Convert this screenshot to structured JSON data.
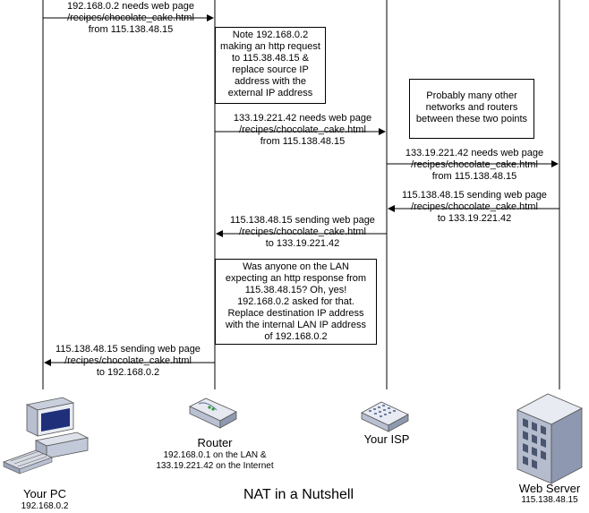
{
  "caption": "NAT in a Nutshell",
  "actors": {
    "pc": {
      "name": "Your PC",
      "address": "192.168.0.2",
      "icon": "desktop-pc-icon"
    },
    "router": {
      "name": "Router",
      "address": "192.168.0.1 on the LAN &\n133.19.221.42 on the Internet",
      "icon": "router-icon"
    },
    "isp": {
      "name": "Your ISP",
      "icon": "network-switch-icon"
    },
    "server": {
      "name": "Web Server",
      "address": "115.138.48.15",
      "icon": "server-tower-icon"
    }
  },
  "messages": {
    "pc_to_router": "192.168.0.2 needs web page\n/recipes/chocolate_cake.html\nfrom 115.138.48.15",
    "router_to_isp": "133.19.221.42 needs web page\n/recipes/chocolate_cake.html\nfrom 115.138.48.15",
    "isp_to_server": "133.19.221.42 needs web page\n/recipes/chocolate_cake.html\nfrom 115.138.48.15",
    "server_to_isp": "115.138.48.15 sending web page\n/recipes/chocolate_cake.html\nto 133.19.221.42",
    "isp_to_router": "115.138.48.15 sending web page\n/recipes/chocolate_cake.html\nto 133.19.221.42",
    "router_to_pc": "115.138.48.15 sending web page\n/recipes/chocolate_cake.html\nto 192.168.0.2"
  },
  "notes": {
    "router_outbound": "Note 192.168.0.2\nmaking an http request\nto 115.38.48.15 &\nreplace source IP\naddress with the\nexternal IP address",
    "isp_between": "Probably many other\nnetworks and routers\nbetween these two points",
    "router_inbound": "Was anyone on the LAN\nexpecting an http response from\n115.38.48.15? Oh, yes!\n192.168.0.2 asked for that.\nReplace destination IP address\nwith the internal LAN IP address\nof 192.168.0.2"
  },
  "colors": {
    "line": "#000000",
    "device_body": "#e8ebf2",
    "device_shadow": "#6f7fa6",
    "screen": "#1f2f7a",
    "server_dark": "#4a5570",
    "led": "#2e9a3e"
  }
}
